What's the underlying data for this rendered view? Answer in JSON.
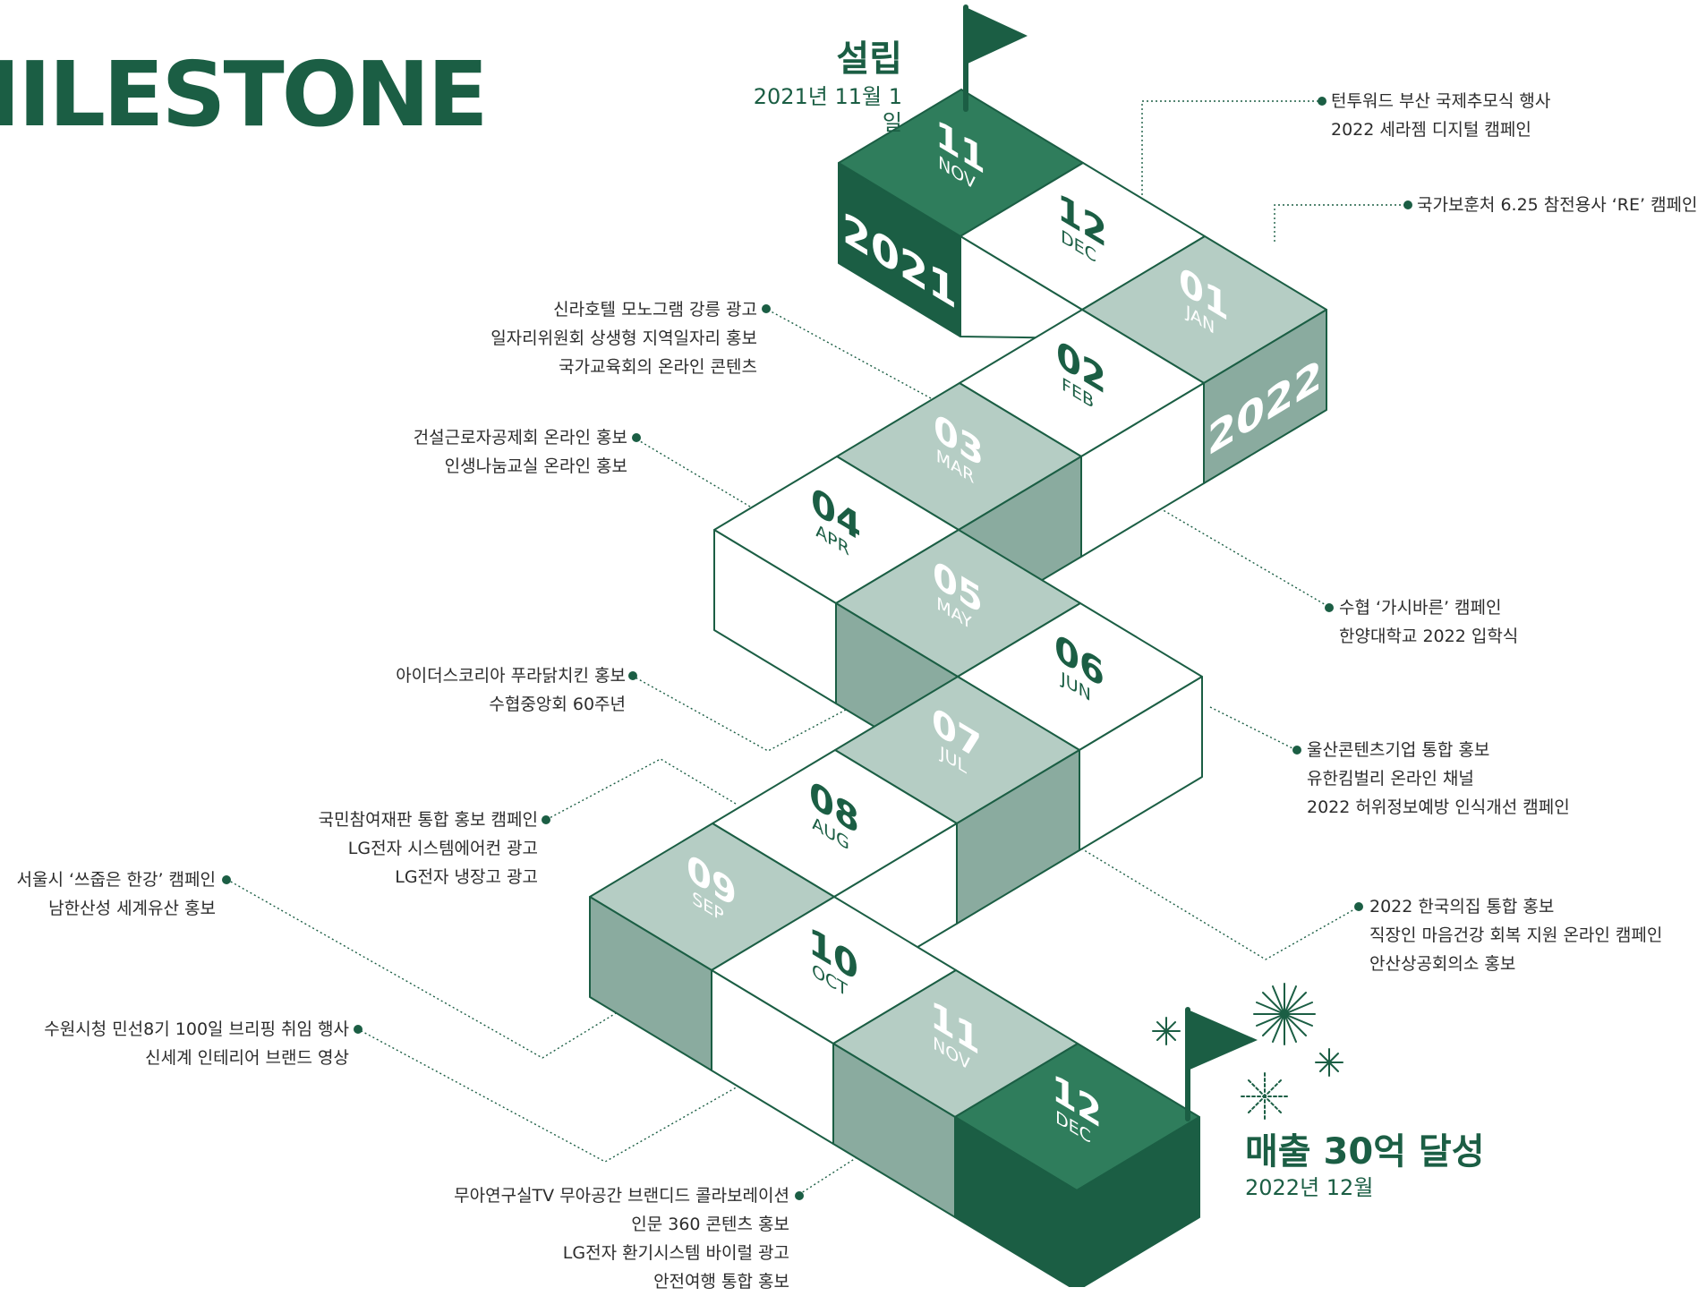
{
  "page": {
    "title": "IILESTONE"
  },
  "colors": {
    "dark": "#1b5e44",
    "mid": "#3a8a6b",
    "light": "#b5cdc4",
    "side_light": "#8aab9f",
    "line": "#1b5e44"
  },
  "start": {
    "title": "설립",
    "date": "2021년 11월 1일"
  },
  "end": {
    "title": "매출 30억 달성",
    "date": "2022년 12월"
  },
  "years": [
    "2021",
    "2022"
  ],
  "months": [
    {
      "num": "11",
      "abbr": "NOV"
    },
    {
      "num": "12",
      "abbr": "DEC"
    },
    {
      "num": "01",
      "abbr": "JAN"
    },
    {
      "num": "02",
      "abbr": "FEB"
    },
    {
      "num": "03",
      "abbr": "MAR"
    },
    {
      "num": "04",
      "abbr": "APR"
    },
    {
      "num": "05",
      "abbr": "MAY"
    },
    {
      "num": "06",
      "abbr": "JUN"
    },
    {
      "num": "07",
      "abbr": "JUL"
    },
    {
      "num": "08",
      "abbr": "AUG"
    },
    {
      "num": "09",
      "abbr": "SEP"
    },
    {
      "num": "10",
      "abbr": "OCT"
    },
    {
      "num": "11",
      "abbr": "NOV"
    },
    {
      "num": "12",
      "abbr": "DEC"
    }
  ],
  "annotations": [
    {
      "month": "12 DEC 2021",
      "lines": [
        "턴투워드 부산 국제추모식 행사",
        "2022 세라젬 디지털 캠페인"
      ]
    },
    {
      "month": "01 JAN",
      "lines": [
        "국가보훈처 6.25 참전용사 ‘RE’ 캠페인"
      ]
    },
    {
      "month": "02 FEB",
      "lines": [
        "신라호텔 모노그램 강릉 광고",
        "일자리위원회 상생형 지역일자리 홍보",
        "국가교육회의 온라인 콘텐츠"
      ]
    },
    {
      "month": "03 MAR",
      "lines": [
        "건설근로자공제회 온라인 홍보",
        "인생나눔교실 온라인 홍보"
      ]
    },
    {
      "month": "04 APR",
      "lines": [
        "수협 ‘가시바른’ 캠페인",
        "한양대학교 2022 입학식"
      ]
    },
    {
      "month": "05 MAY",
      "lines": [
        "아이더스코리아 푸라닭치킨 홍보",
        "수협중앙회 60주년"
      ]
    },
    {
      "month": "06 JUN",
      "lines": [
        "울산콘텐츠기업 통합 홍보",
        "유한킴벌리 온라인 채널",
        "2022 허위정보예방 인식개선 캠페인"
      ]
    },
    {
      "month": "07 JUL",
      "lines": [
        "국민참여재판 통합 홍보 캠페인",
        "LG전자 시스템에어컨 광고",
        "LG전자 냉장고 광고"
      ]
    },
    {
      "month": "08 AUG",
      "lines": [
        "2022 한국의집 통합 홍보",
        "직장인 마음건강 회복 지원 온라인 캠페인",
        "안산상공회의소 홍보"
      ]
    },
    {
      "month": "09 SEP",
      "lines": [
        "서울시 ‘쓰줍은 한강’ 캠페인",
        "남한산성 세계유산 홍보"
      ]
    },
    {
      "month": "10 OCT",
      "lines": [
        "수원시청 민선8기 100일 브리핑 취임 행사",
        "신세계 인테리어 브랜드 영상"
      ]
    },
    {
      "month": "11 NOV",
      "lines": [
        "무아연구실TV 무아공간 브랜디드 콜라보레이션",
        "인문 360 콘텐츠 홍보",
        "LG전자 환기시스템 바이럴 광고",
        "안전여행 통합 홍보"
      ]
    }
  ]
}
